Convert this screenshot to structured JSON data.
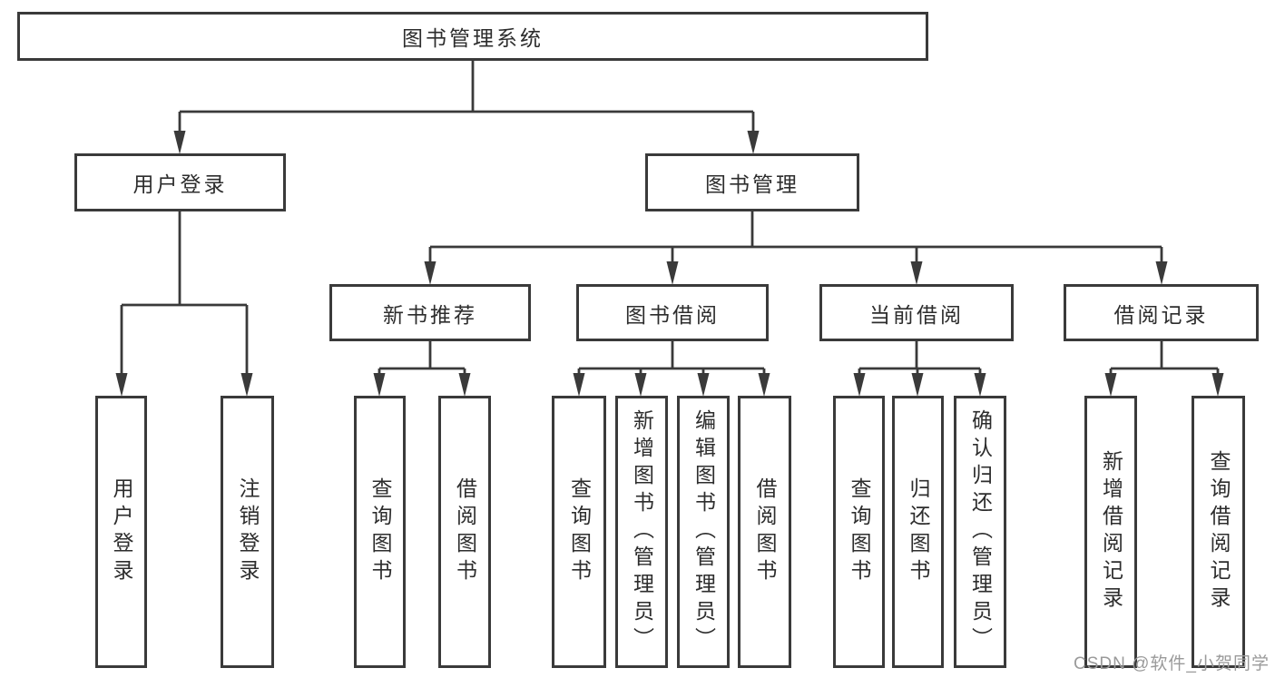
{
  "meta": {
    "background_color": "#ffffff",
    "line_color": "#3a3a3a",
    "text_color": "#2d2d2d",
    "watermark_color": "#9a9a9a",
    "diagram_type": "hierarchy-tree"
  },
  "tree": {
    "label": "图书管理系统",
    "children": [
      {
        "label": "用户登录",
        "children": [
          {
            "label": "用户登录"
          },
          {
            "label": "注销登录"
          }
        ]
      },
      {
        "label": "图书管理",
        "children": [
          {
            "label": "新书推荐",
            "children": [
              {
                "label": "查询图书"
              },
              {
                "label": "借阅图书"
              }
            ]
          },
          {
            "label": "图书借阅",
            "children": [
              {
                "label": "查询图书"
              },
              {
                "label": "新增图书（管理员）"
              },
              {
                "label": "编辑图书（管理员）"
              },
              {
                "label": "借阅图书"
              }
            ]
          },
          {
            "label": "当前借阅",
            "children": [
              {
                "label": "查询图书"
              },
              {
                "label": "归还图书"
              },
              {
                "label": "确认归还（管理员）"
              }
            ]
          },
          {
            "label": "借阅记录",
            "children": [
              {
                "label": "新增借阅记录"
              },
              {
                "label": "查询借阅记录"
              }
            ]
          }
        ]
      }
    ]
  },
  "watermark": {
    "text": "CSDN @软件_小贺同学"
  }
}
